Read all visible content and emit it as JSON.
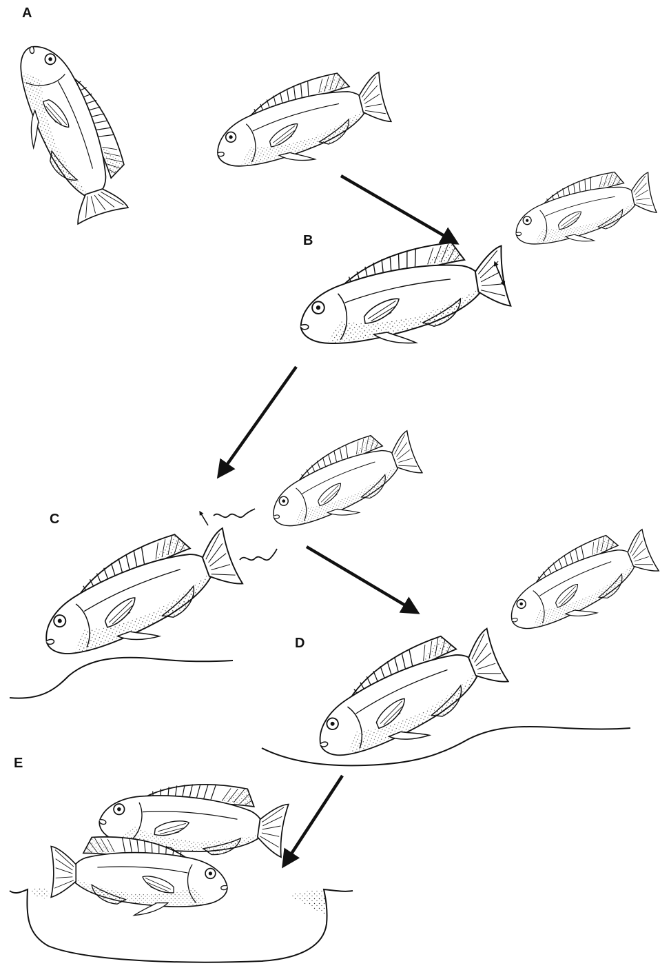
{
  "figure": {
    "panel_labels": {
      "a": "A",
      "b": "B",
      "c": "C",
      "d": "D",
      "e": "E"
    },
    "colors": {
      "ink": "#111111",
      "stipple": "#333333",
      "paper": "#ffffff"
    },
    "icons": {
      "fish": "fish-icon",
      "arrow": "arrow-right-icon",
      "double_arrow": "double-arrow-icon",
      "wavy_line": "wavy-line-icon",
      "substrate": "ground-line-icon",
      "pit": "spawning-pit-icon"
    }
  }
}
